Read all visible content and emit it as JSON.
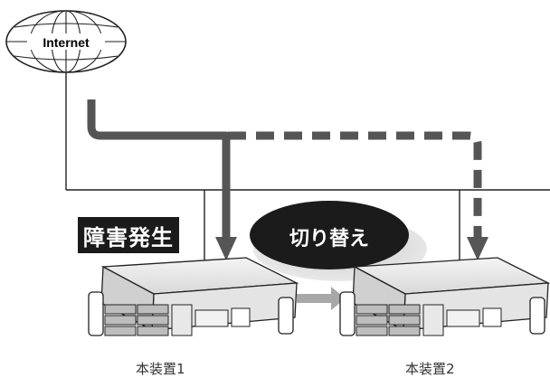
{
  "internet": {
    "label": "Internet"
  },
  "fault": {
    "label": "障害発生"
  },
  "switchover": {
    "label": "切り替え"
  },
  "devices": [
    {
      "label": "本装置1",
      "role": "failed-primary"
    },
    {
      "label": "本装置2",
      "role": "standby"
    }
  ],
  "colors": {
    "path_active": "#555555",
    "path_standby": "#555555",
    "switch_bubble": "#1b1b1b",
    "replication_arrow": "#a8a8a8",
    "fault_badge": "#1b1b1b"
  }
}
